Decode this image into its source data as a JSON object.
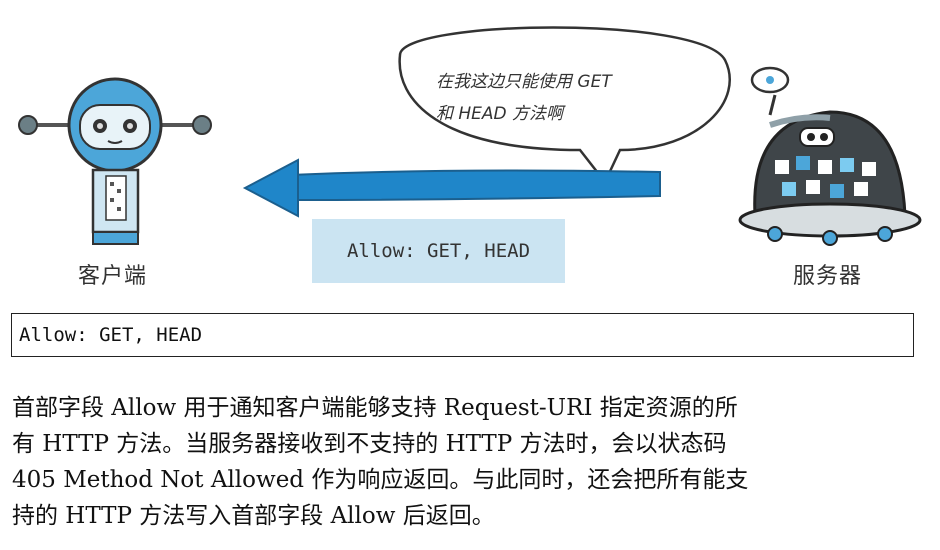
{
  "illustration": {
    "client_label": "客户端",
    "server_label": "服务器",
    "speech_line1": "在我这边只能使用 GET",
    "speech_line2": "和 HEAD 方法啊",
    "header_on_arrow": "Allow: GET, HEAD"
  },
  "code_example": "Allow: GET, HEAD",
  "description_lines": [
    "首部字段 Allow 用于通知客户端能够支持 Request-URI 指定资源的所",
    "有 HTTP 方法。当服务器接收到不支持的 HTTP 方法时，会以状态码",
    "405 Method Not Allowed 作为响应返回。与此同时，还会把所有能支",
    "持的 HTTP 方法写入首部字段 Allow 后返回。"
  ],
  "colors": {
    "arrow_blue": "#1f86c9",
    "header_box_bg": "#cbe4f2",
    "robot_blue": "#4ca6d9"
  }
}
